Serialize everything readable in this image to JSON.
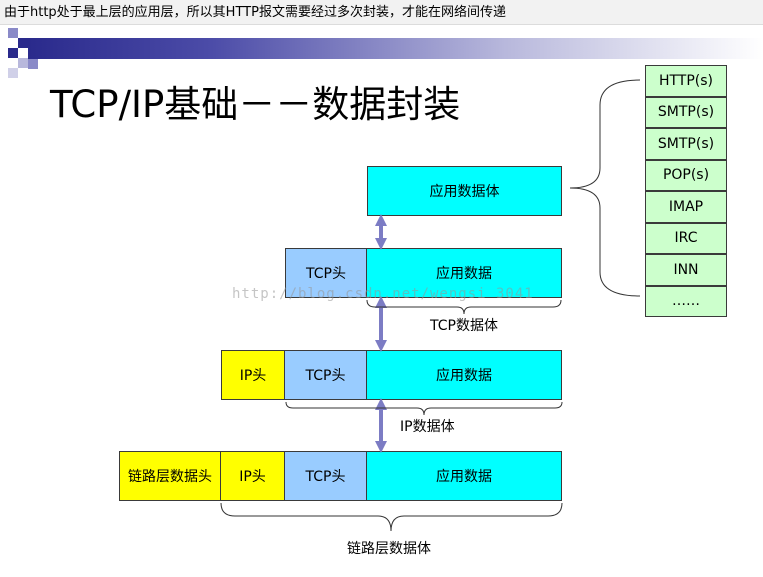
{
  "caption": "由于http处于最上层的应用层，所以其HTTP报文需要经过多次封装，才能在网络间传递",
  "slide": {
    "title": "TCP/IP基础－－数据封装",
    "colors": {
      "cyan": "#00ffff",
      "blue": "#99ccff",
      "yellow": "#ffff00",
      "green": "#ccffcc",
      "arrow": "#7c7cc4"
    }
  },
  "layers": {
    "app_body": "应用数据体",
    "row2": {
      "tcp_header": "TCP头",
      "app_data": "应用数据",
      "span_label": "TCP数据体"
    },
    "row3": {
      "ip_header": "IP头",
      "tcp_header": "TCP头",
      "app_data": "应用数据",
      "span_label": "IP数据体"
    },
    "row4": {
      "link_header": "链路层数据头",
      "ip_header": "IP头",
      "tcp_header": "TCP头",
      "app_data": "应用数据",
      "span_label": "链路层数据体"
    }
  },
  "protocols": [
    "HTTP(s)",
    "SMTP(s)",
    "SMTP(s)",
    "POP(s)",
    "IMAP",
    "IRC",
    "INN",
    "……"
  ],
  "watermark": "http://blog.csdn.net/wengsi 3041"
}
